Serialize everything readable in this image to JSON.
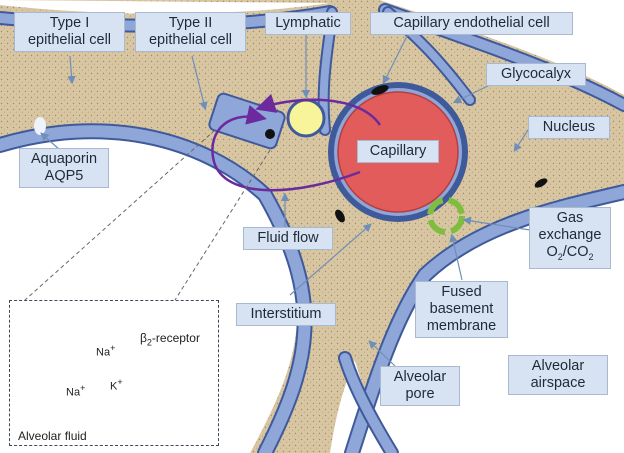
{
  "labels": {
    "type1": [
      "Type I",
      "epithelial cell"
    ],
    "type2": [
      "Type II",
      "epithelial cell"
    ],
    "lymphatic": "Lymphatic",
    "capillary_endothelial": "Capillary endothelial cell",
    "glycocalyx": "Glycocalyx",
    "nucleus": "Nucleus",
    "capillary": "Capillary",
    "aquaporin": [
      "Aquaporin",
      "AQP5"
    ],
    "fluid_flow": "Fluid flow",
    "gas_exchange": [
      "Gas",
      "exchange",
      "O2/CO2"
    ],
    "interstitium": "Interstitium",
    "fused_membrane": [
      "Fused",
      "basement",
      "membrane"
    ],
    "alveolar_pore": [
      "Alveolar",
      "pore"
    ],
    "alveolar_airspace": [
      "Alveolar",
      "airspace"
    ]
  },
  "inset": {
    "na_top": "Na+",
    "k": "K+",
    "beta_receptor": "β2-receptor",
    "na_bottom": "Na+",
    "alveolar_fluid": "Alveolar fluid"
  },
  "colors": {
    "interstitium": "#d8c6a3",
    "epithelium": "#8fa6d9",
    "epithelium_edge": "#3f5a9b",
    "capillary": "#e35c5c",
    "lymphatic": "#f8f49a",
    "fluid_arrow": "#6b2a9e",
    "glycocalyx": "#7fbd3f",
    "label_fill": "#d7e3f3"
  }
}
